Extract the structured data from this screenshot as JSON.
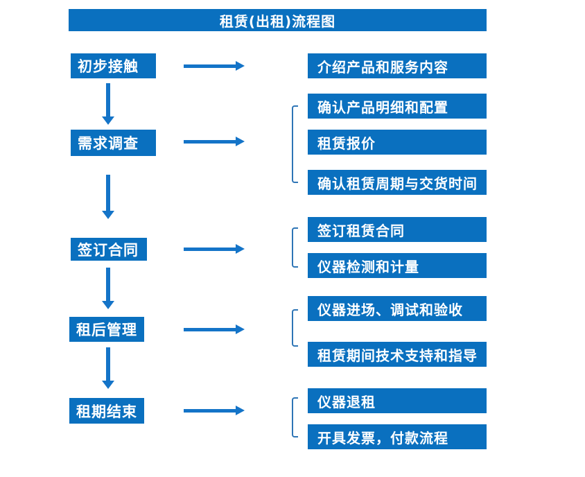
{
  "title": "租赁(出租)流程图",
  "colors": {
    "box_blue": "#0a70bf",
    "arrow_blue": "#1474c8",
    "bracket_blue": "#2e75b6",
    "text_white": "#ffffff",
    "background": "#ffffff"
  },
  "stages": [
    {
      "label": "初步接触"
    },
    {
      "label": "需求调查"
    },
    {
      "label": "签订合同"
    },
    {
      "label": "租后管理"
    },
    {
      "label": "租期结束"
    }
  ],
  "details": [
    {
      "label": "介绍产品和服务内容"
    },
    {
      "label": "确认产品明细和配置"
    },
    {
      "label": "租赁报价"
    },
    {
      "label": "确认租赁周期与交货时间"
    },
    {
      "label": "签订租赁合同"
    },
    {
      "label": "仪器检测和计量"
    },
    {
      "label": "仪器进场、调试和验收"
    },
    {
      "label": "租赁期间技术支持和指导"
    },
    {
      "label": "仪器退租"
    },
    {
      "label": "开具发票，付款流程"
    }
  ]
}
